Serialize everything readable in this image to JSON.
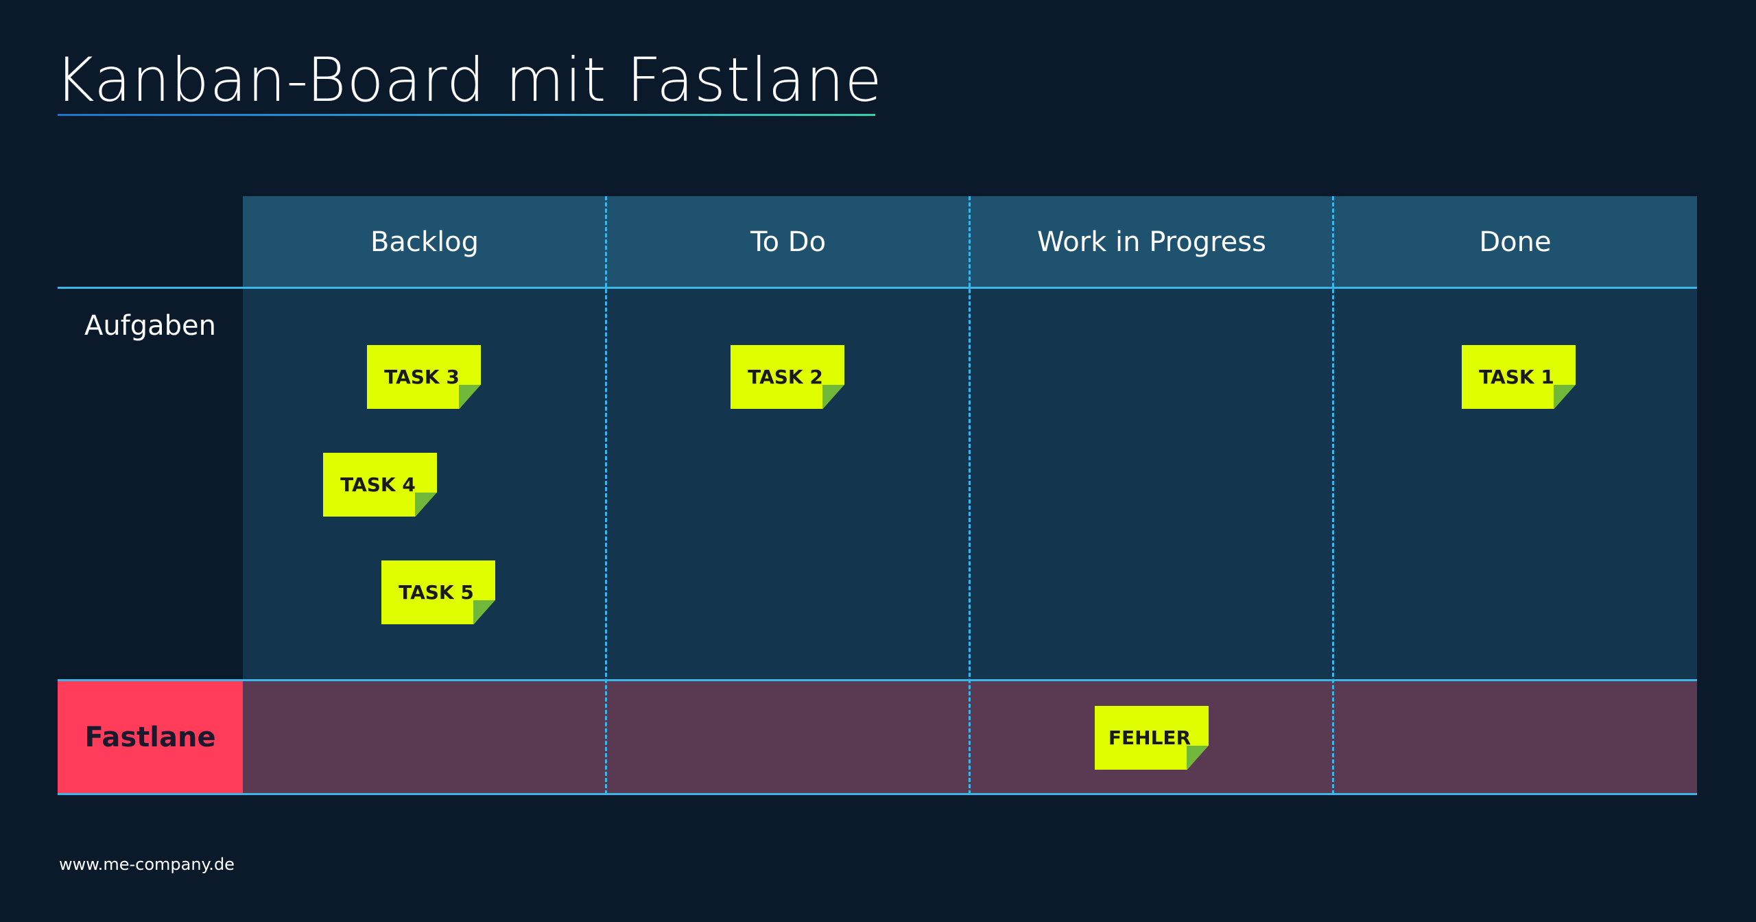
{
  "title": "Kanban-Board mit Fastlane",
  "columns": [
    "Backlog",
    "To Do",
    "Work in Progress",
    "Done"
  ],
  "rows": {
    "main": "Aufgaben",
    "fastlane": "Fastlane"
  },
  "notes": {
    "task3": {
      "label": "TASK 3",
      "column": "Backlog",
      "row": "Aufgaben"
    },
    "task4": {
      "label": "TASK 4",
      "column": "Backlog",
      "row": "Aufgaben"
    },
    "task5": {
      "label": "TASK 5",
      "column": "Backlog",
      "row": "Aufgaben"
    },
    "task2": {
      "label": "TASK 2",
      "column": "To Do",
      "row": "Aufgaben"
    },
    "task1": {
      "label": "TASK 1",
      "column": "Done",
      "row": "Aufgaben"
    },
    "fehler": {
      "label": "FEHLER",
      "column": "Work in Progress",
      "row": "Fastlane"
    }
  },
  "footer": "www.me-company.de",
  "colors": {
    "background": "#0b1a2b",
    "header": "#1e526e",
    "lane": "#13354e",
    "fastlane": "#5a3a53",
    "fastlane_label": "#ff3d5b",
    "note": "#dfff00",
    "lines": "#3bb6ea"
  }
}
